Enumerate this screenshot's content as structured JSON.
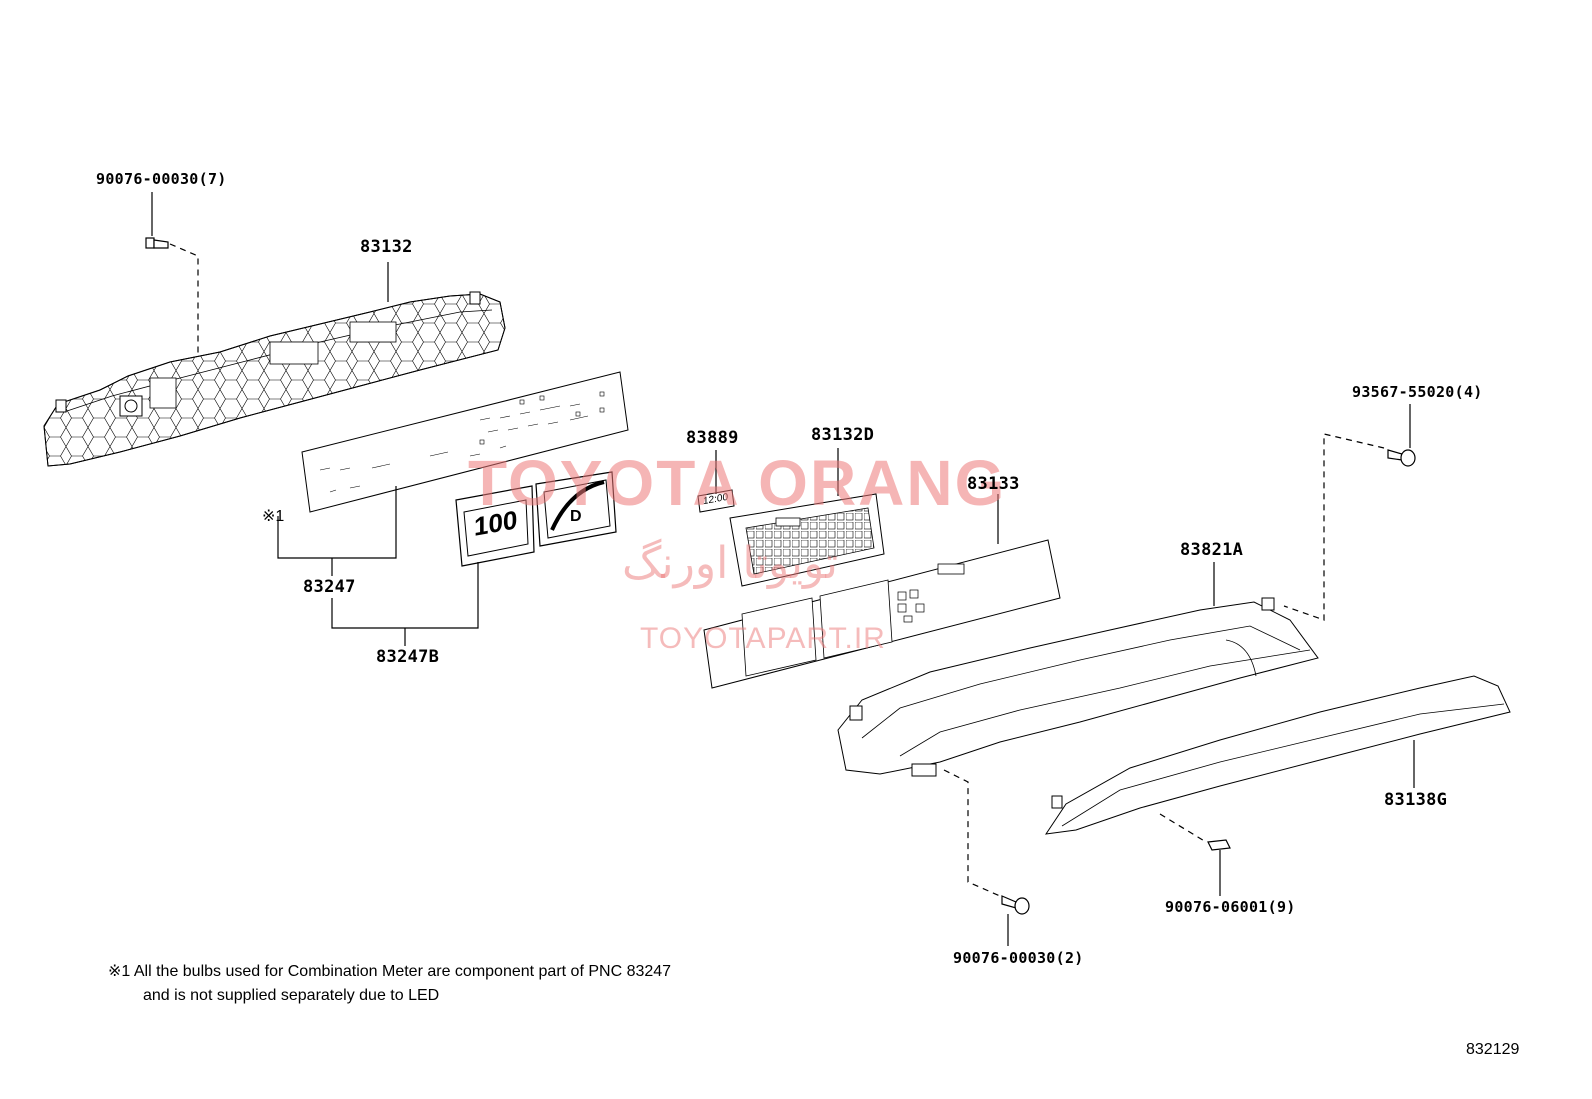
{
  "labels": {
    "p_90076_00030_7": "90076-00030(7)",
    "p_83132": "83132",
    "p_note1_mark": "※1",
    "p_83247": "83247",
    "p_83247B": "83247B",
    "p_83889": "83889",
    "p_83132D": "83132D",
    "p_83133": "83133",
    "p_93567_55020_4": "93567-55020(4)",
    "p_83821A": "83821A",
    "p_83138G": "83138G",
    "p_90076_06001_9": "90076-06001(9)",
    "p_90076_00030_2": "90076-00030(2)"
  },
  "note": {
    "line1": "※1 All the bulbs used for Combination Meter are component part of PNC 83247",
    "line2": "and is not supplied separately due to LED"
  },
  "figure_code": "832129",
  "watermark": {
    "title": "TOYOTA ORANG",
    "persian": "تویوتا اورنگ",
    "site": "TOYOTAPART.IR"
  },
  "panel_text": {
    "speed": "100",
    "gear": "D",
    "clock": "12:00"
  },
  "colors": {
    "line": "#000000",
    "watermark": "#ec7878"
  }
}
